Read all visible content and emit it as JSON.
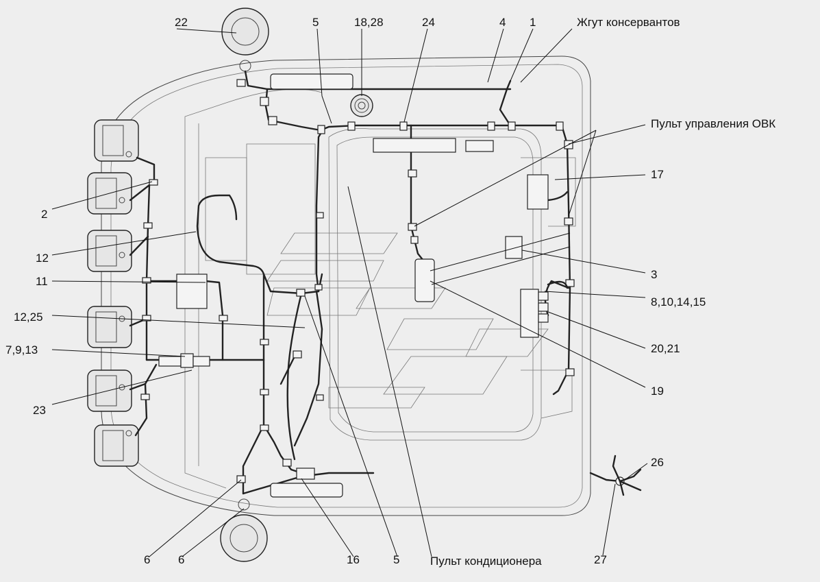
{
  "labels": {
    "l1": "1",
    "l2": "2",
    "l3": "3",
    "l4": "4",
    "l5a": "5",
    "l5b": "5",
    "l6a": "6",
    "l6b": "6",
    "l11": "11",
    "l12": "12",
    "l12_25": "12,25",
    "l7_9_13": "7,9,13",
    "l8_10_14_15": "8,10,14,15",
    "l16": "16",
    "l17": "17",
    "l18_28": "18,28",
    "l19": "19",
    "l20_21": "20,21",
    "l22": "22",
    "l23": "23",
    "l24": "24",
    "l26": "26",
    "l27": "27",
    "harness": "Жгут консервантов",
    "ovk_panel": "Пульт управления ОВК",
    "ac_panel": "Пульт кондиционера"
  }
}
